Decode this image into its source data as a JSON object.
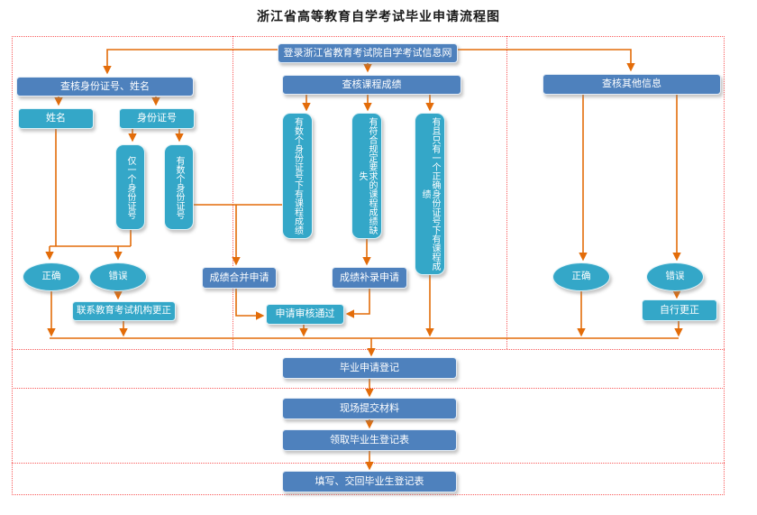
{
  "title": "浙江省高等教育自学考试毕业申请流程图",
  "colors": {
    "process_blue": "#4e81bd",
    "outcome_teal": "#34a7c8",
    "connector_orange": "#e36c09",
    "divider_red": "#f85b5b"
  },
  "nodes": {
    "login": "登录浙江省教育考试院自学考试信息网",
    "left": {
      "header": "查核身份证号、姓名",
      "name": "姓名",
      "id_number": "身份证号",
      "only_one_id": "仅一个身份证号",
      "several_ids": "有数个身份证号",
      "correct": "正确",
      "wrong": "错误",
      "contact_fix": "联系教育考试机构更正"
    },
    "middle": {
      "header": "查核课程成绩",
      "grades_under_several_ids": "有数个身份证号下有课程成绩",
      "missing_grades": "有符合规定要求的课程成绩缺失",
      "one_correct_id_grades": "有且只有一个正确身份证号下有课程成绩",
      "merge_application": "成绩合并申请",
      "supplement_application": "成绩补录申请",
      "review_passed": "申请审核通过"
    },
    "right": {
      "header": "查核其他信息",
      "correct": "正确",
      "wrong": "错误",
      "self_fix": "自行更正"
    },
    "bottom": {
      "graduation_registration": "毕业申请登记",
      "submit_materials": "现场提交材料",
      "receive_form": "领取毕业生登记表",
      "fill_return_form": "填写、交回毕业生登记表"
    }
  }
}
